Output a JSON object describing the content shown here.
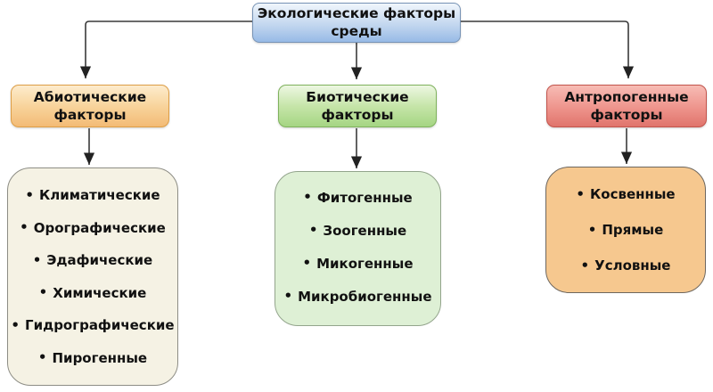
{
  "diagram": {
    "title_box": {
      "label": "Экологические факторы среды"
    },
    "bullet": "•",
    "branches": [
      {
        "label": "Абиотические факторы",
        "items": [
          "Климатические",
          "Орографические",
          "Эдафические",
          "Химические",
          "Гидрографические",
          "Пирогенные"
        ]
      },
      {
        "label": "Биотические факторы",
        "items": [
          "Фитогенные",
          "Зоогенные",
          "Микогенные",
          "Микробиогенные"
        ]
      },
      {
        "label": "Антропогенные факторы",
        "items": [
          "Косвенные",
          "Прямые",
          "Условные"
        ]
      }
    ],
    "colors": {
      "root_fill_top": "#f0f6fc",
      "root_fill_bottom": "#97bae6",
      "root_border": "#7793b5",
      "abiotic_fill_top": "#fdeccd",
      "abiotic_fill_bottom": "#f3bb76",
      "abiotic_border": "#dd9e46",
      "biotic_fill_top": "#edf7e2",
      "biotic_fill_bottom": "#a5d583",
      "biotic_border": "#7fb25c",
      "anthropogenic_fill_top": "#f7bcb5",
      "anthropogenic_fill_bottom": "#e0746c",
      "anthropogenic_border": "#c2544c",
      "abiotic_list_fill": "#f5f2e4",
      "biotic_list_fill": "#def0d5",
      "anthropogenic_list_fill": "#f6c88f",
      "connector": "#3a3a3a"
    }
  }
}
